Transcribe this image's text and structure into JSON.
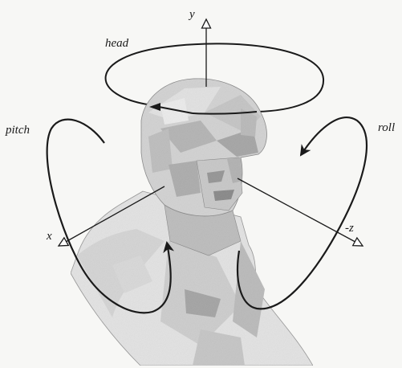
{
  "labels": {
    "y_axis": "y",
    "x_axis": "x",
    "z_axis": "-z",
    "head": "head",
    "pitch": "pitch",
    "roll": "roll"
  },
  "colors": {
    "ink": "#1a1a1a",
    "bust_light": "#e2e2e2",
    "bust_mid": "#c4c4c4",
    "bust_dark": "#8f8f8f",
    "paper": "#f7f7f5"
  }
}
